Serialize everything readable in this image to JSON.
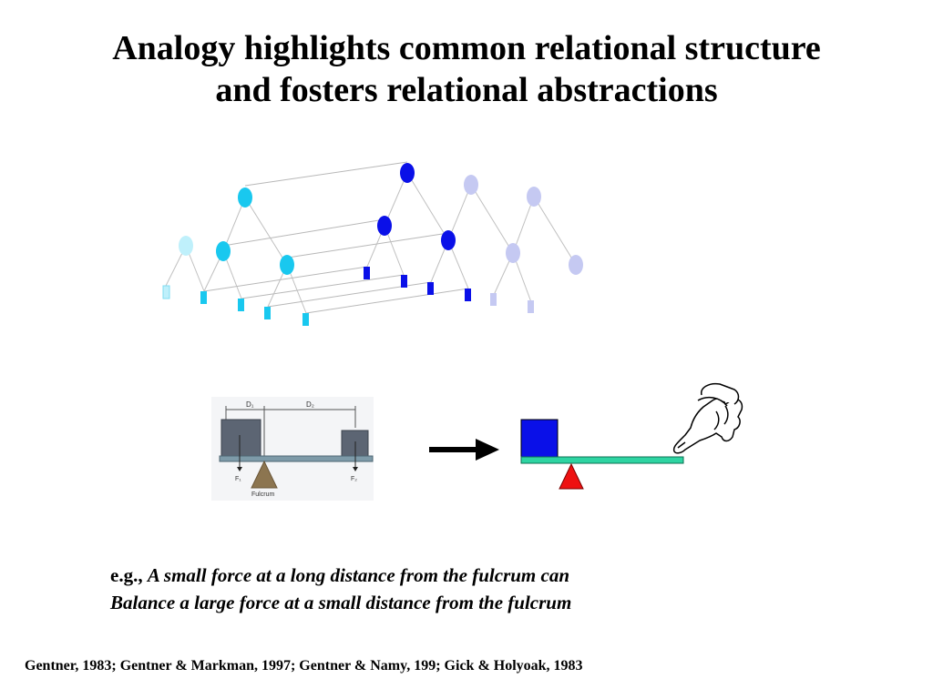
{
  "slide": {
    "title_line1": "Analogy highlights common relational structure",
    "title_line2": "and fosters relational abstractions",
    "caption": {
      "prefix": "e.g., ",
      "line1_italic": "A small force at a long distance from the fulcrum can",
      "line2_italic": "Balance a large force at a small distance  from the fulcrum"
    },
    "citation": "Gentner, 1983; Gentner & Markman, 1997; Gentner & Namy, 199; Gick & Holyoak, 1983"
  },
  "lever_figure": {
    "dim_left": "D₁",
    "dim_right": "D₂",
    "force_left": "F₁",
    "force_right": "F₂",
    "fulcrum": "Fulcrum"
  },
  "colors": {
    "cyan": "#19c8ef",
    "light_cyan": "#bff0fb",
    "blue": "#0a10e8",
    "lavender": "#c5c9f2",
    "teal_beam": "#2ed4a2",
    "red": "#ee1111",
    "gray_block": "#5c6573",
    "fulcrum_brown": "#8c7550"
  }
}
